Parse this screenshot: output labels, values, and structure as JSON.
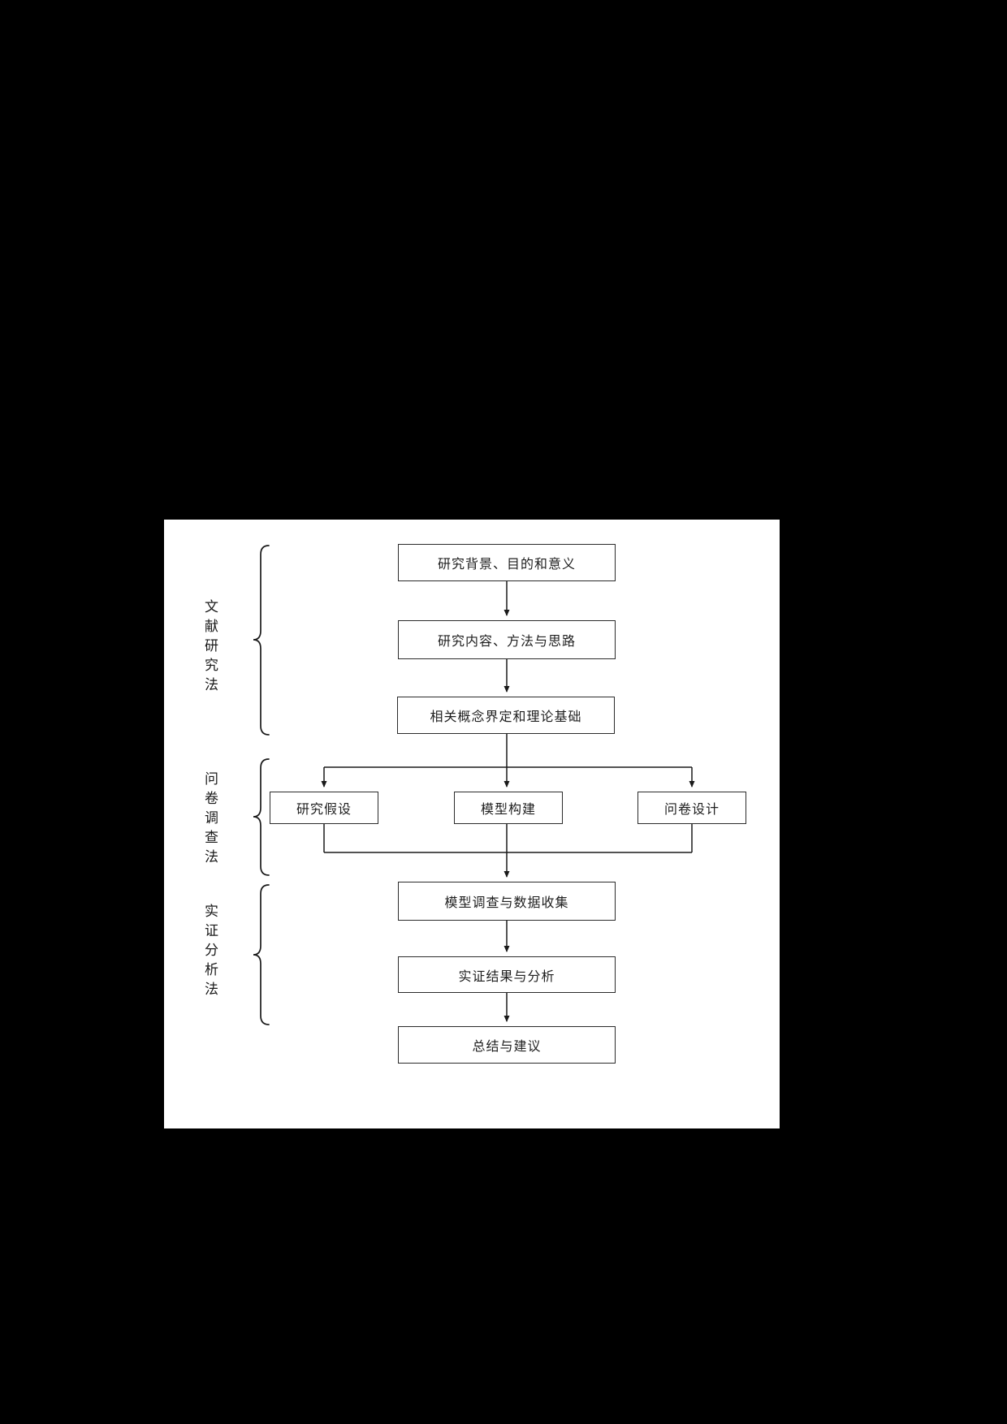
{
  "page": {
    "background_color": "#000000",
    "panel_color": "#ffffff",
    "line_color": "#1a1a1a"
  },
  "flowchart": {
    "method_groups": [
      {
        "label": "文献研究法"
      },
      {
        "label": "问卷调查法"
      },
      {
        "label": "实证分析法"
      }
    ],
    "nodes": [
      {
        "id": "research-background",
        "label": "研究背景、目的和意义"
      },
      {
        "id": "research-content",
        "label": "研究内容、方法与思路"
      },
      {
        "id": "concepts-theory",
        "label": "相关概念界定和理论基础"
      },
      {
        "id": "research-hypothesis",
        "label": "研究假设"
      },
      {
        "id": "model-construction",
        "label": "模型构建"
      },
      {
        "id": "questionnaire-design",
        "label": "问卷设计"
      },
      {
        "id": "survey-data-collection",
        "label": "模型调查与数据收集"
      },
      {
        "id": "empirical-results",
        "label": "实证结果与分析"
      },
      {
        "id": "summary-suggestions",
        "label": "总结与建议"
      }
    ]
  }
}
